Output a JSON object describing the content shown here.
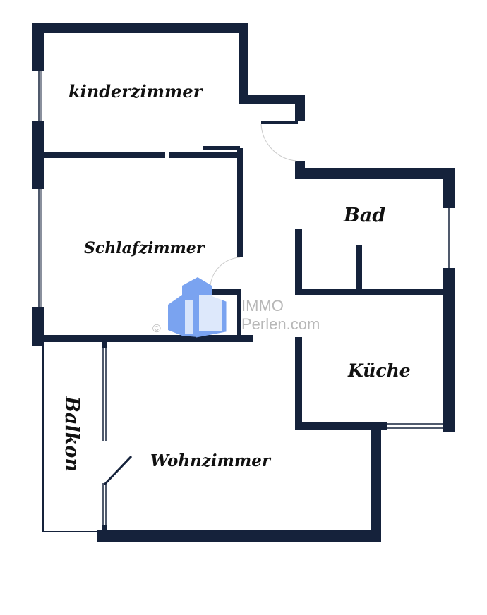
{
  "rooms": {
    "kinderzimmer": "kinderzimmer",
    "schlafzimmer": "Schlafzimmer",
    "bad": "Bad",
    "kueche": "Küche",
    "balkon": "Balkon",
    "wohnzimmer": "Wohnzimmer"
  },
  "watermark": {
    "line1": "IMMO",
    "line2": "Perlen.com",
    "copyright": "©"
  },
  "colors": {
    "wall": "#15223b",
    "logo": "#7aa3f0"
  }
}
